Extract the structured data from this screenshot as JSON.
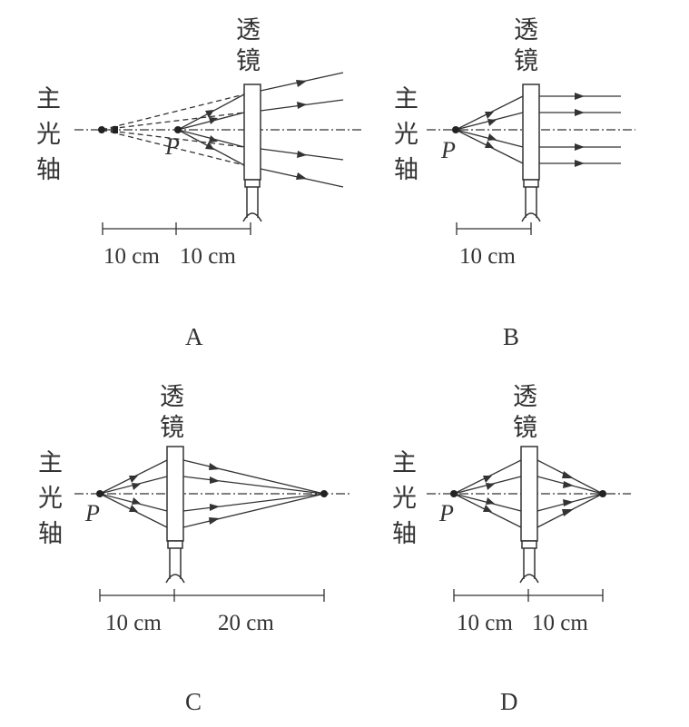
{
  "labels": {
    "lens": [
      "透",
      "镜"
    ],
    "axis": [
      "主",
      "光",
      "轴"
    ],
    "point": "P"
  },
  "panels": [
    {
      "id": "A",
      "caption": "A",
      "dims": [
        "10 cm",
        "10 cm"
      ]
    },
    {
      "id": "B",
      "caption": "B",
      "dims": [
        "10 cm"
      ]
    },
    {
      "id": "C",
      "caption": "C",
      "dims": [
        "10 cm",
        "20 cm"
      ]
    },
    {
      "id": "D",
      "caption": "D",
      "dims": [
        "10 cm",
        "10 cm"
      ]
    }
  ]
}
